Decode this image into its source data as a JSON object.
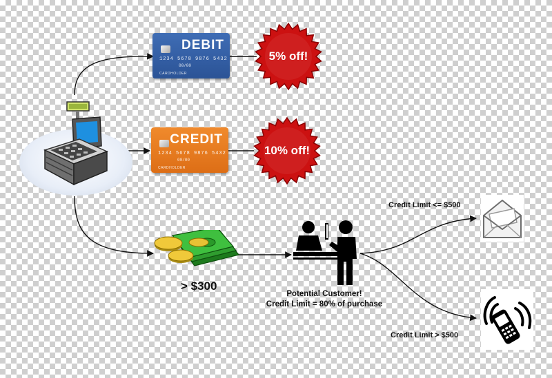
{
  "cards": {
    "debit": {
      "title": "DEBIT",
      "number": "1234 5678 9876 5432",
      "expiry": "00/00",
      "holder": "CARDHOLDER",
      "color": "#2f5ca3"
    },
    "credit": {
      "title": "CREDIT",
      "number": "1234 5678 9876 5432",
      "expiry": "00/00",
      "holder": "CARDHOLDER",
      "color": "#e67a22"
    }
  },
  "badges": {
    "debit_discount": "5% off!",
    "credit_discount": "10% off!",
    "color": "#cc1111"
  },
  "cash": {
    "label": "> $300"
  },
  "customer": {
    "line1": "Potential Customer!",
    "line2": "Credit Limit = 80% of purchase"
  },
  "outcomes": {
    "low": "Credit Limit <= $500",
    "high": "Credit Limit > $500"
  },
  "icons": [
    "cash-register-icon",
    "money-icon",
    "customer-counter-icon",
    "envelope-icon",
    "phone-icon"
  ]
}
